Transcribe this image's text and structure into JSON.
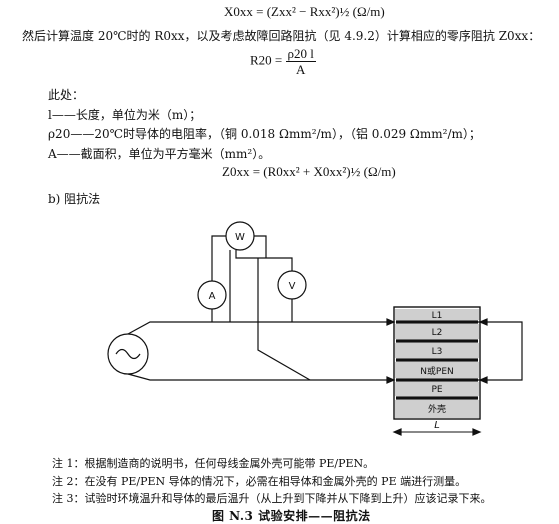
{
  "formula_x0xx": "X0xx = (Zxx² − Rxx²)½   (Ω/m)",
  "intro_text": "然后计算温度 20℃时的 R0xx，以及考虑故障回路阻抗（见 4.9.2）计算相应的零序阻抗 Z0xx：",
  "formula_r20": {
    "lhs": "R20 =",
    "numerator": "ρ20 l",
    "denominator": "A"
  },
  "where_label": "此处：",
  "definitions": [
    "l——长度，单位为米（m）；",
    "ρ20——20℃时导体的电阻率，（铜 0.018 Ωmm²/m），（铝 0.029 Ωmm²/m）；",
    "A——截面积，单位为平方毫米（mm²）。"
  ],
  "formula_z0xx": "Z0xx = (R0xx² + X0xx²)½   (Ω/m)",
  "section_heading": "b)   阻抗法",
  "diagram": {
    "meter_w": "W",
    "meter_a": "A",
    "meter_v": "V",
    "conductors": [
      "L1",
      "L2",
      "L3",
      "N或PEN",
      "PE",
      "外壳"
    ],
    "length_label": "L"
  },
  "notes": [
    "注 1：根据制造商的说明书，任何母线金属外壳可能带 PE/PEN。",
    "注 2：在没有 PE/PEN 导体的情况下，必需在相导体和金属外壳的 PE 端进行测量。",
    "注 3：试验时环境温升和导体的最后温升（从上升到下降并从下降到上升）应该记录下来。"
  ],
  "caption": "图 N.3   试验安排——阻抗法"
}
